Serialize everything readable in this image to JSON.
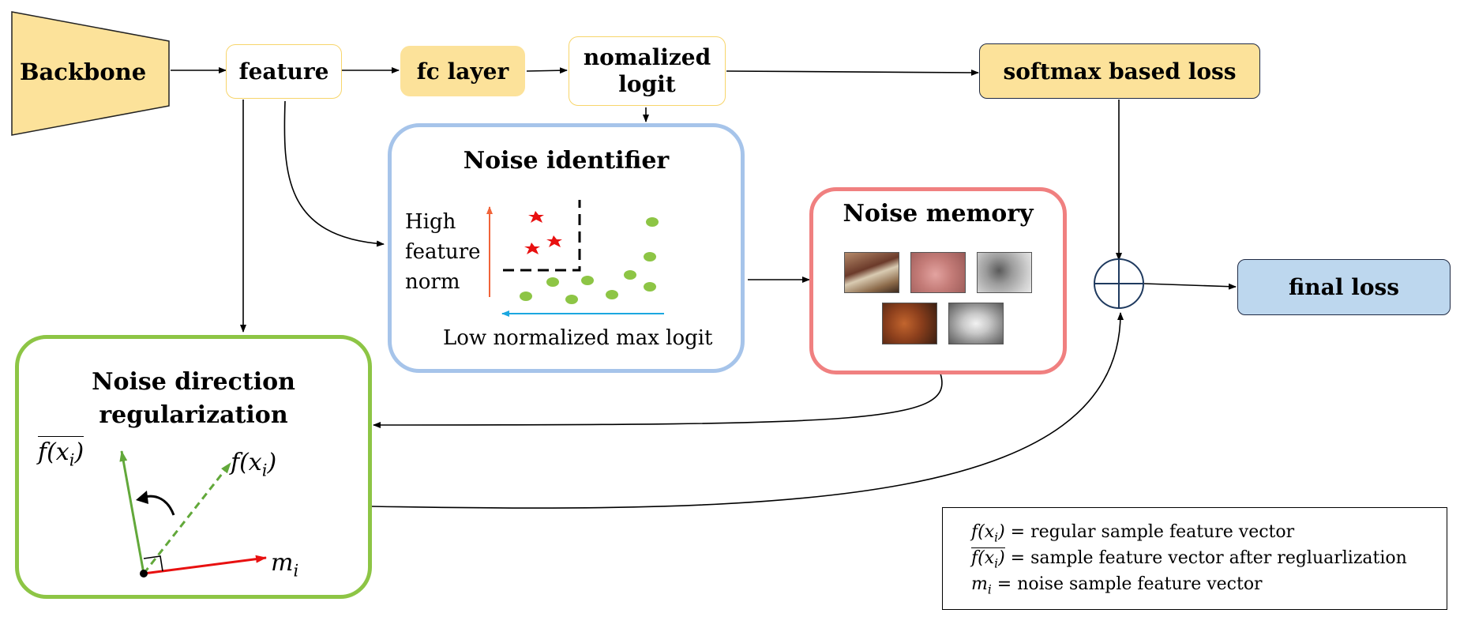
{
  "nodes": {
    "backbone": "Backbone",
    "feature": "feature",
    "fc_layer": "fc layer",
    "normalized_logit_line1": "nomalized",
    "normalized_logit_line2": "logit",
    "softmax_loss": "softmax based loss",
    "final_loss": "final loss"
  },
  "noise_identifier": {
    "title": "Noise identifier",
    "y_label_line1": "High",
    "y_label_line2": "feature",
    "y_label_line3": "norm",
    "x_label": "Low normalized max logit"
  },
  "noise_memory": {
    "title": "Noise memory",
    "sample_count": 5
  },
  "noise_direction": {
    "title_line1": "Noise direction",
    "title_line2": "regularization",
    "vec_f_tilde": "f(x",
    "vec_f": "f(x",
    "vec_m": "m",
    "sub_i": "i"
  },
  "legend": {
    "row1_symbol": "f(x",
    "row1_text": " = regular sample feature vector",
    "row2_symbol": "f(x",
    "row2_text": " = sample feature vector after regluarlization",
    "row3_symbol": "m",
    "row3_text": " = noise sample feature vector",
    "sub_i": "i"
  },
  "colors": {
    "yellow_fill": "#FCE29A",
    "yellow_border": "#F7D56B",
    "blue_fill": "#BDD7EE",
    "identifier_border": "#A6C4EA",
    "memory_border": "#F08080",
    "regularization_border": "#8DC545",
    "red_vector": "#E81010",
    "green_vector": "#62A83A",
    "dot_green": "#8DC545",
    "arrow_orange": "#F0643A",
    "arrow_cyan": "#1BA7E0",
    "sum_node": "#1F3A5F"
  }
}
